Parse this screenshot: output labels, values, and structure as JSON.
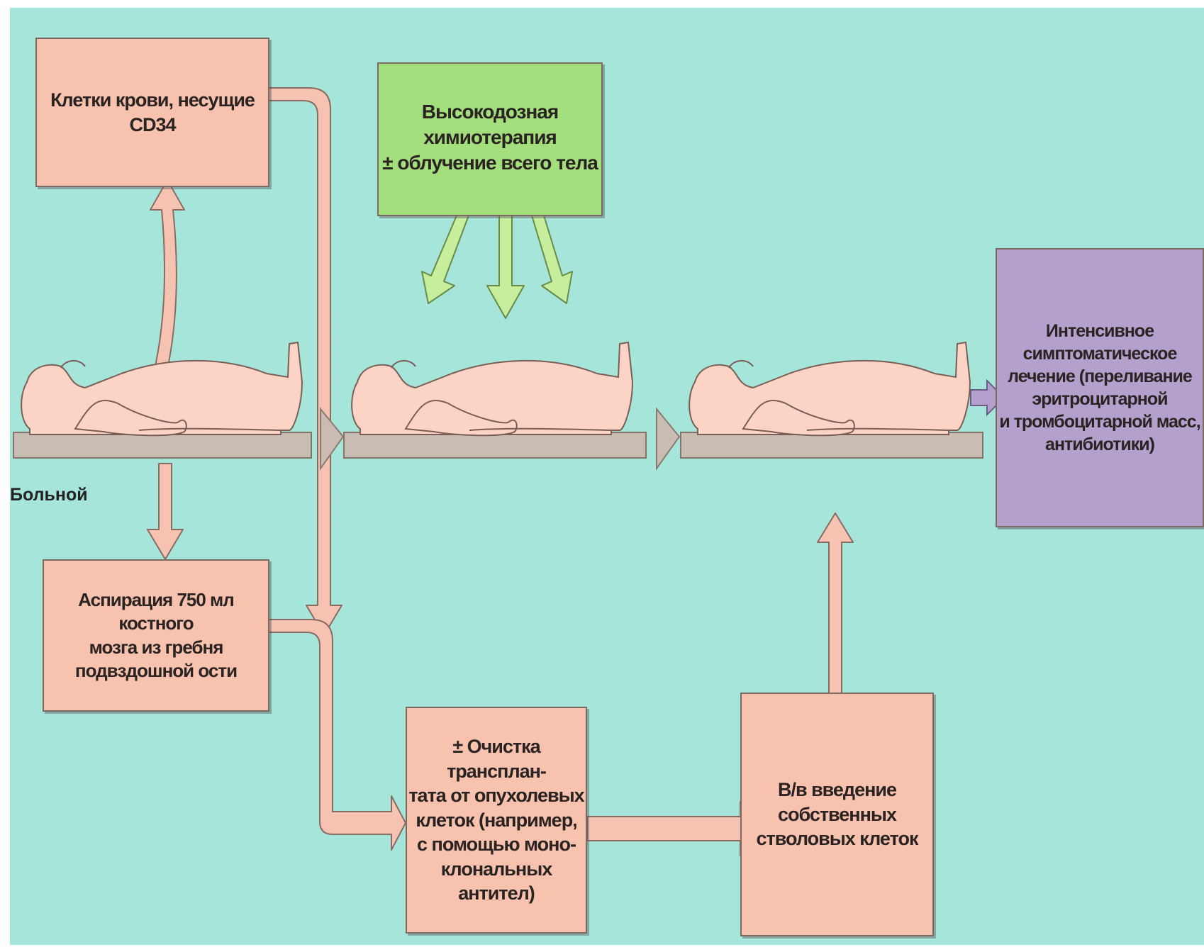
{
  "boxes": {
    "cd34": "Клетки крови, несущие CD34",
    "chemo": "Высокодозная химиотерапия\n± облучение всего тела",
    "aspiration": "Аспирация 750 мл костного\nмозга из гребня\nподвздошной ости",
    "purging": "± Очистка трансплан-\nтата от опухолевых\nклеток (например,\nс помощью моно-\nклональных антител)",
    "infusion": "В/в введение\nсобственных\nстволовых клеток",
    "support": "Интенсивное\nсимптоматическое\nлечение (переливание\nэритроцитарной\nи тромбоцитарной масс,\nантибиотики)"
  },
  "patient_label": "Больной",
  "colors": {
    "background": "#a6e6da",
    "pink_box": "#f7c2ae",
    "green_box": "#a3df7d",
    "purple_box": "#b4a0cc",
    "pink_arrow": "#f6c3b2",
    "green_arrow": "#c6ee9c",
    "table": "#c9bdb3",
    "body_fill": "#fbd4c6"
  }
}
